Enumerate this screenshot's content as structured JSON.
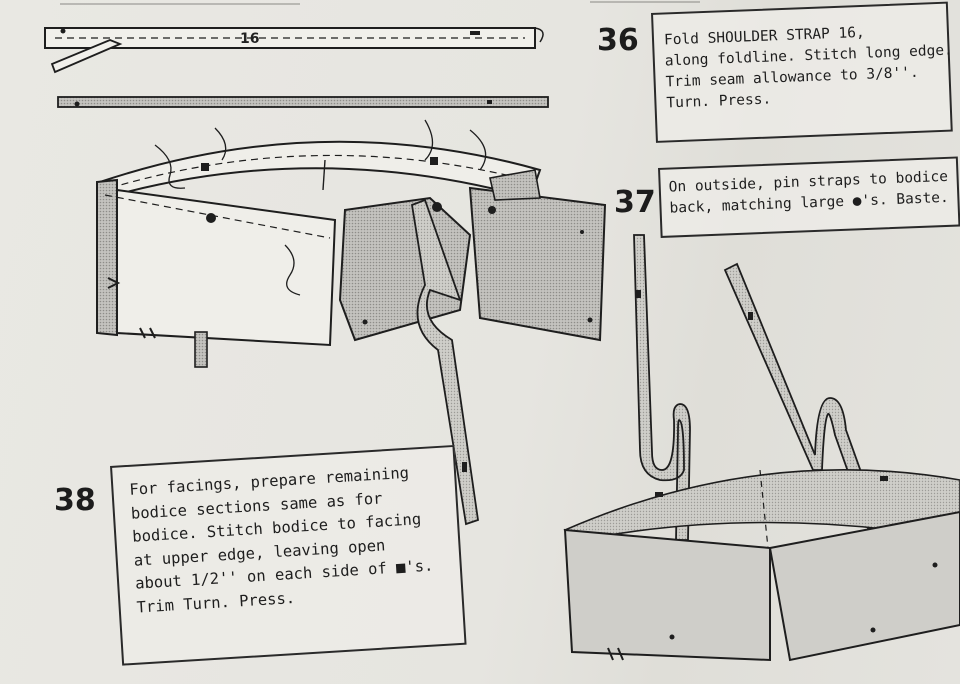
{
  "pieces": {
    "strap_label": "16"
  },
  "steps": [
    {
      "number": "36",
      "lines": [
        "Fold SHOULDER STRAP 16,",
        "along foldline. Stitch long edge.",
        "Trim seam allowance to 3/8''.",
        "Turn. Press."
      ]
    },
    {
      "number": "37",
      "lines": [
        "On outside, pin straps to bodice",
        "back, matching large ●'s. Baste."
      ]
    },
    {
      "number": "38",
      "lines": [
        "For facings, prepare remaining",
        "bodice sections same as for",
        "bodice. Stitch bodice to facing",
        "at upper edge, leaving open",
        "about 1/2'' on each side of ■'s.",
        "Trim Turn. Press."
      ]
    }
  ],
  "colors": {
    "ink": "#1e1e1e",
    "fabric_shade": "#b9b8b4",
    "paper": "#e9e8e3"
  }
}
